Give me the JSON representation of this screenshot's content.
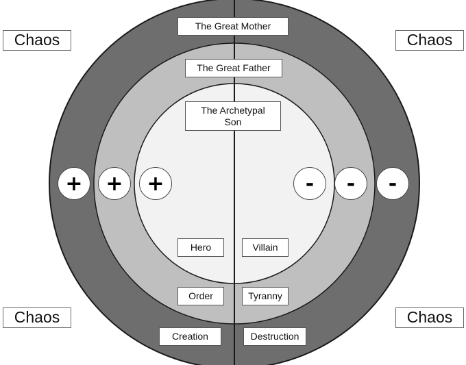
{
  "colors": {
    "outer_ring": "#6e6e6e",
    "middle_ring": "#bfbfbf",
    "inner_circle": "#f2f2f2",
    "outline": "#1a1a1a"
  },
  "chaos": {
    "top_left": "Chaos",
    "top_right": "Chaos",
    "bottom_left": "Chaos",
    "bottom_right": "Chaos"
  },
  "rings": {
    "outer": "The Great Mother",
    "middle": "The Great Father",
    "inner": "The Archetypal Son"
  },
  "left_side": {
    "signs": [
      "+",
      "+",
      "+"
    ],
    "labels": [
      "Hero",
      "Order",
      "Creation"
    ]
  },
  "right_side": {
    "signs": [
      "-",
      "-",
      "-"
    ],
    "labels": [
      "Villain",
      "Tyranny",
      "Destruction"
    ]
  }
}
